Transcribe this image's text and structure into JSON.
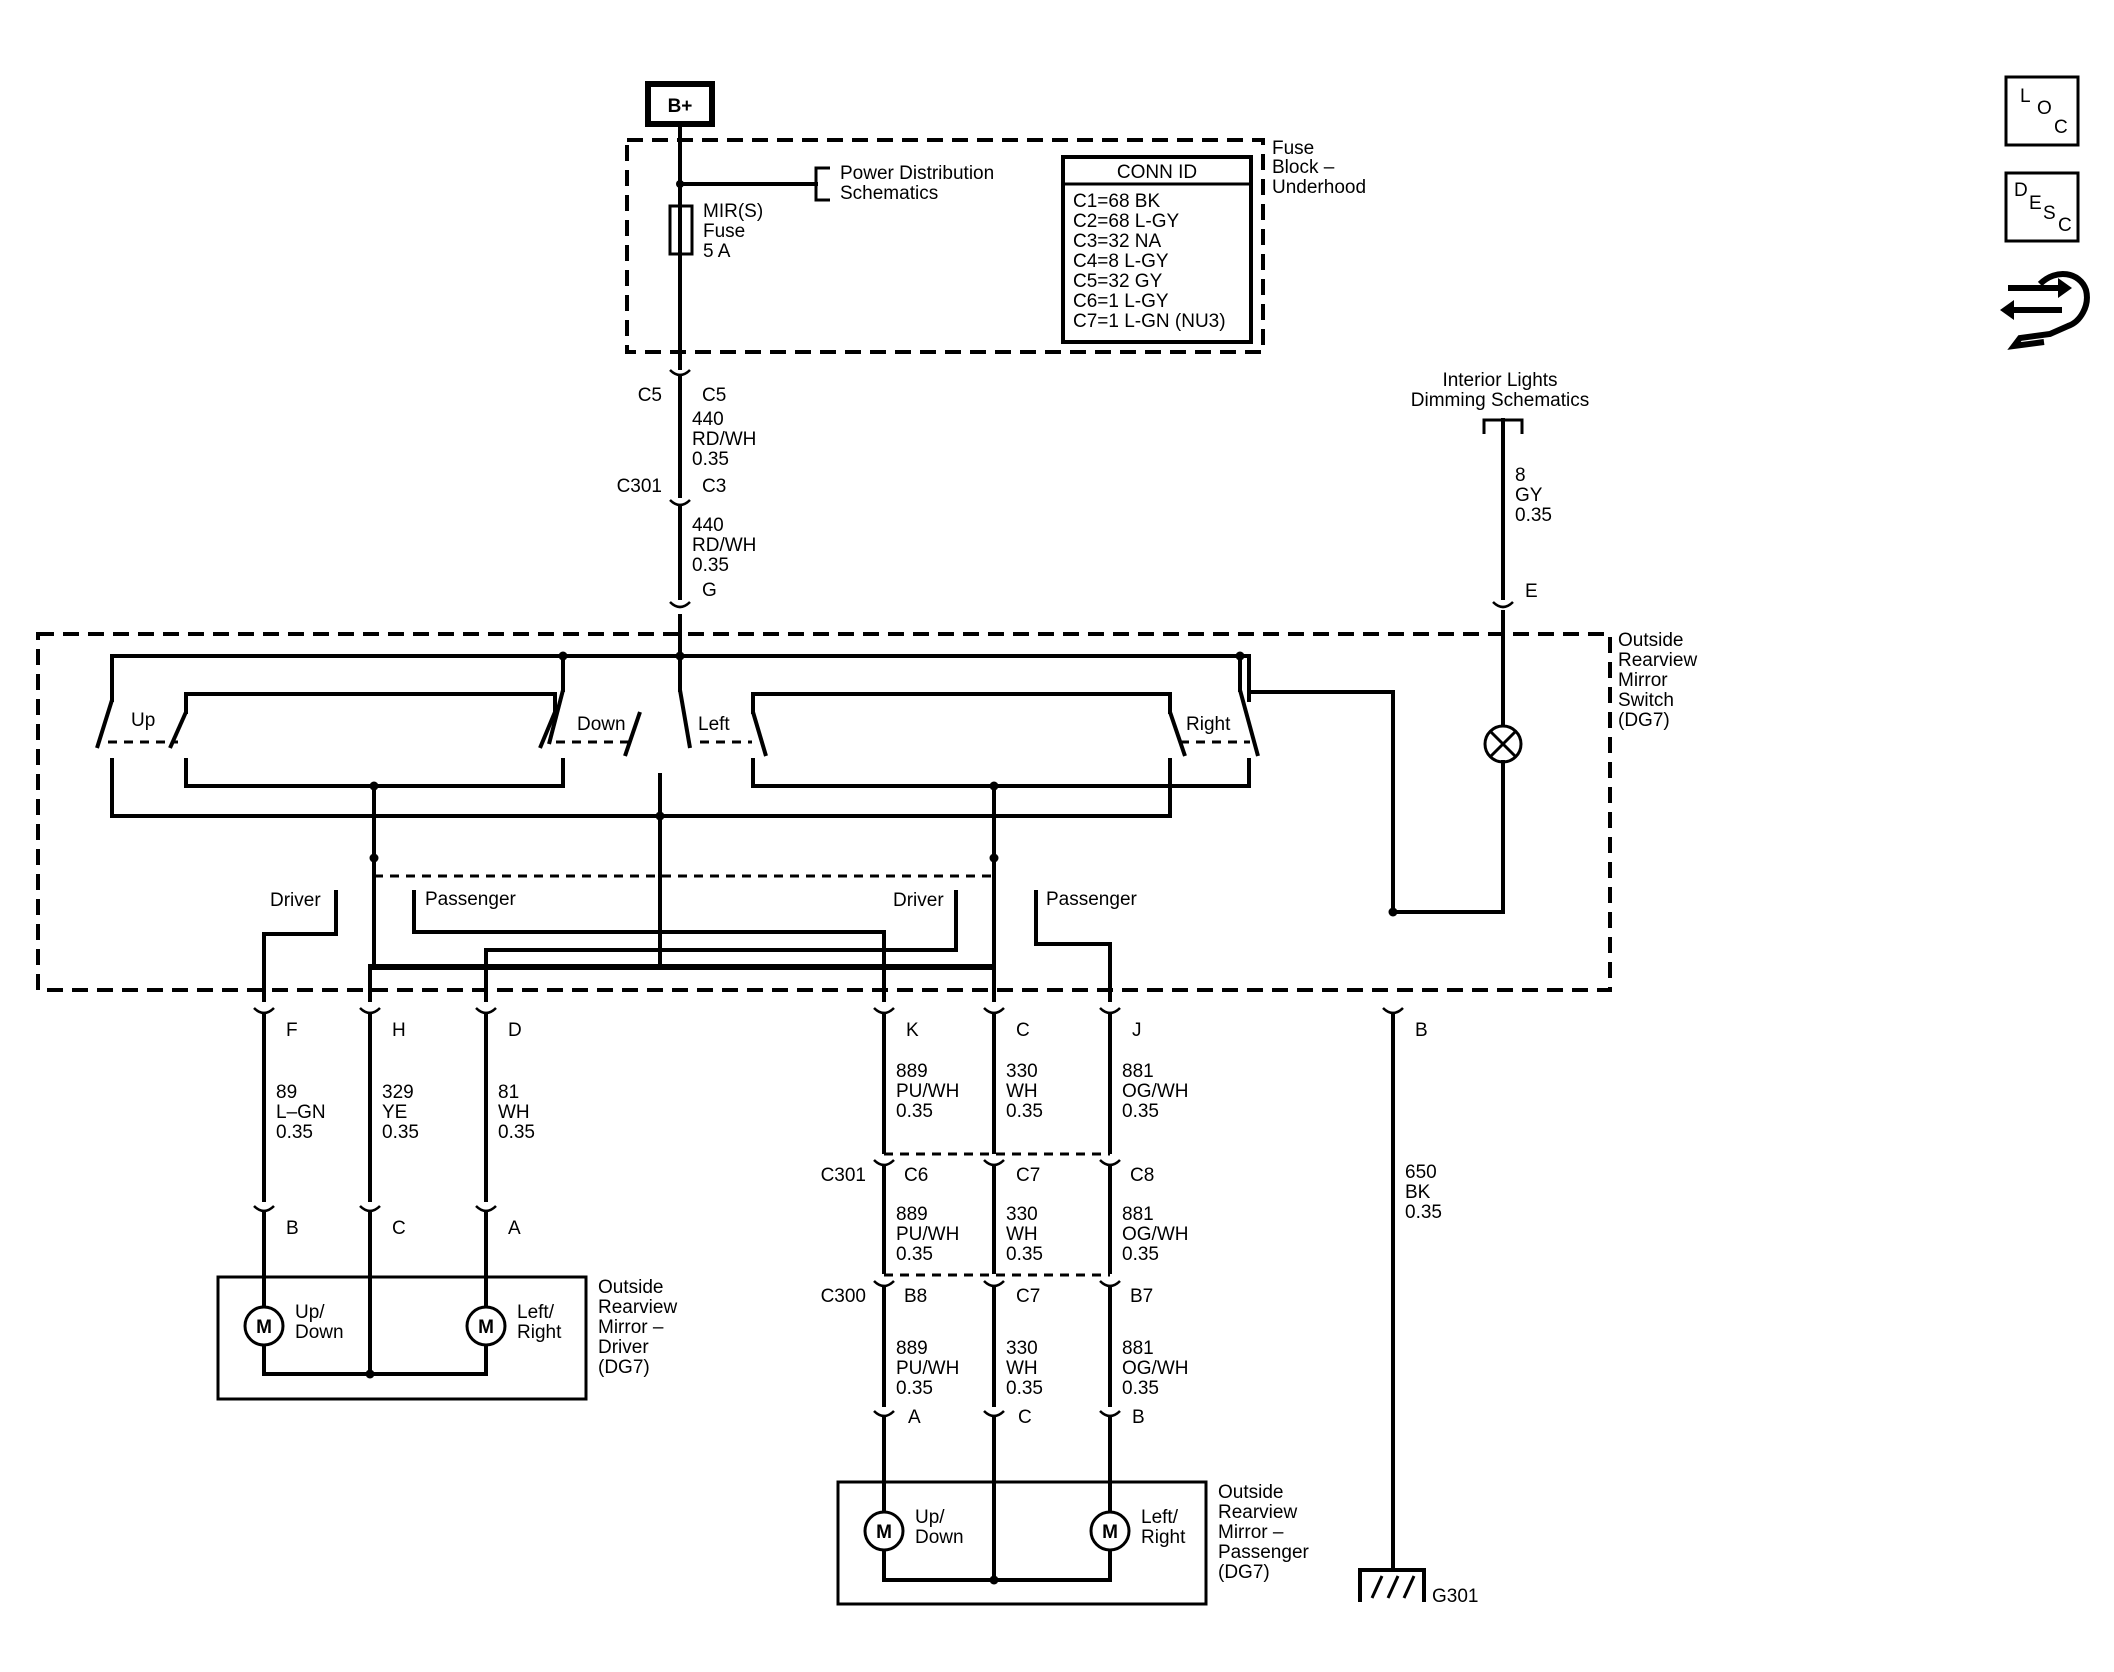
{
  "power": {
    "label": "B+"
  },
  "fuse_block": {
    "name": [
      "Fuse",
      "Block –",
      "Underhood"
    ],
    "power_distribution": [
      "Power Distribution",
      "Schematics"
    ],
    "fuse": [
      "MIR(S)",
      "Fuse",
      "5 A"
    ],
    "conn_id_title": "CONN ID",
    "conn_id": [
      "C1=68 BK",
      "C2=68 L-GY",
      "C3=32 NA",
      "C4=8 L-GY",
      "C5=32 GY",
      "C6=1 L-GY",
      "C7=1 L-GN (NU3)"
    ]
  },
  "feed": {
    "c5_left": "C5",
    "c5_right": "C5",
    "wire1": [
      "440",
      "RD/WH",
      "0.35"
    ],
    "c301": "C301",
    "c3": "C3",
    "wire2": [
      "440",
      "RD/WH",
      "0.35"
    ],
    "g": "G"
  },
  "interior_lights": {
    "label": [
      "Interior Lights",
      "Dimming Schematics"
    ],
    "wire": [
      "8",
      "GY",
      "0.35"
    ],
    "pin": "E"
  },
  "switch": {
    "name": [
      "Outside",
      "Rearview",
      "Mirror",
      "Switch",
      "(DG7)"
    ],
    "up": "Up",
    "down": "Down",
    "left": "Left",
    "right": "Right",
    "driver_a": "Driver",
    "passenger_a": "Passenger",
    "driver_b": "Driver",
    "passenger_b": "Passenger"
  },
  "switch_pins": {
    "f": "F",
    "h": "H",
    "d": "D",
    "k": "K",
    "c": "C",
    "j": "J",
    "b": "B"
  },
  "driver_wires": {
    "f": [
      "89",
      "L–GN",
      "0.35"
    ],
    "h": [
      "329",
      "YE",
      "0.35"
    ],
    "d": [
      "81",
      "WH",
      "0.35"
    ]
  },
  "driver_mirror_pins": {
    "b": "B",
    "c": "C",
    "a": "A"
  },
  "driver_mirror": {
    "name": [
      "Outside",
      "Rearview",
      "Mirror –",
      "Driver",
      "(DG7)"
    ],
    "motor": "M",
    "up_down": [
      "Up/",
      "Down"
    ],
    "left_right": [
      "Left/",
      "Right"
    ]
  },
  "passenger_wires_1": {
    "k": [
      "889",
      "PU/WH",
      "0.35"
    ],
    "c": [
      "330",
      "WH",
      "0.35"
    ],
    "j": [
      "881",
      "OG/WH",
      "0.35"
    ]
  },
  "c301_row": {
    "name": "C301",
    "c6": "C6",
    "c7": "C7",
    "c8": "C8"
  },
  "passenger_wires_2": {
    "k": [
      "889",
      "PU/WH",
      "0.35"
    ],
    "c": [
      "330",
      "WH",
      "0.35"
    ],
    "j": [
      "881",
      "OG/WH",
      "0.35"
    ]
  },
  "c300_row": {
    "name": "C300",
    "b8": "B8",
    "c7": "C7",
    "b7": "B7"
  },
  "passenger_wires_3": {
    "k": [
      "889",
      "PU/WH",
      "0.35"
    ],
    "c": [
      "330",
      "WH",
      "0.35"
    ],
    "j": [
      "881",
      "OG/WH",
      "0.35"
    ]
  },
  "passenger_mirror_pins": {
    "a": "A",
    "c": "C",
    "b": "B"
  },
  "passenger_mirror": {
    "name": [
      "Outside",
      "Rearview",
      "Mirror –",
      "Passenger",
      "(DG7)"
    ],
    "motor": "M",
    "up_down": [
      "Up/",
      "Down"
    ],
    "left_right": [
      "Left/",
      "Right"
    ]
  },
  "ground": {
    "wire": [
      "650",
      "BK",
      "0.35"
    ],
    "label": "G301"
  },
  "side_icons": {
    "loc": [
      "L",
      "O",
      "C"
    ],
    "desc": [
      "D",
      "E",
      "S",
      "C"
    ],
    "tools": "wrench-arrows-icon"
  }
}
